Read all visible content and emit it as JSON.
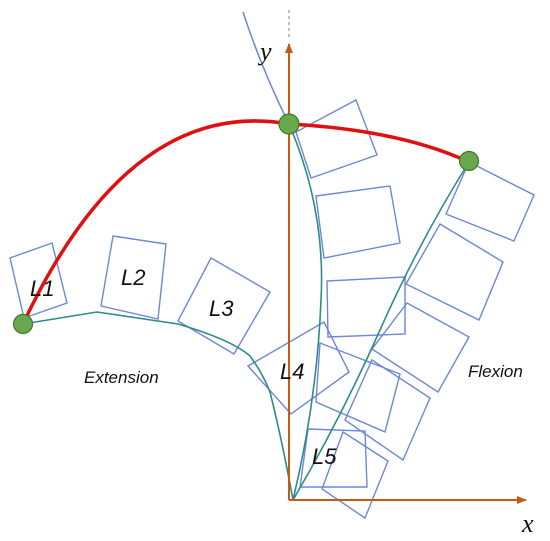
{
  "axes": {
    "x_label": "x",
    "y_label": "y"
  },
  "vertebra_labels": [
    "L1",
    "L2",
    "L3",
    "L4",
    "L5"
  ],
  "region_labels": {
    "extension": "Extension",
    "flexion": "Flexion"
  },
  "colors": {
    "axis": "#c55a11",
    "vertebra_outline": "#6e87d6",
    "spine_curve": "#2e8b8b",
    "trajectory": "#e01010",
    "marker_fill": "#6aa84f",
    "marker_stroke": "#3c7a2e",
    "dashed_extension": "#999999"
  }
}
